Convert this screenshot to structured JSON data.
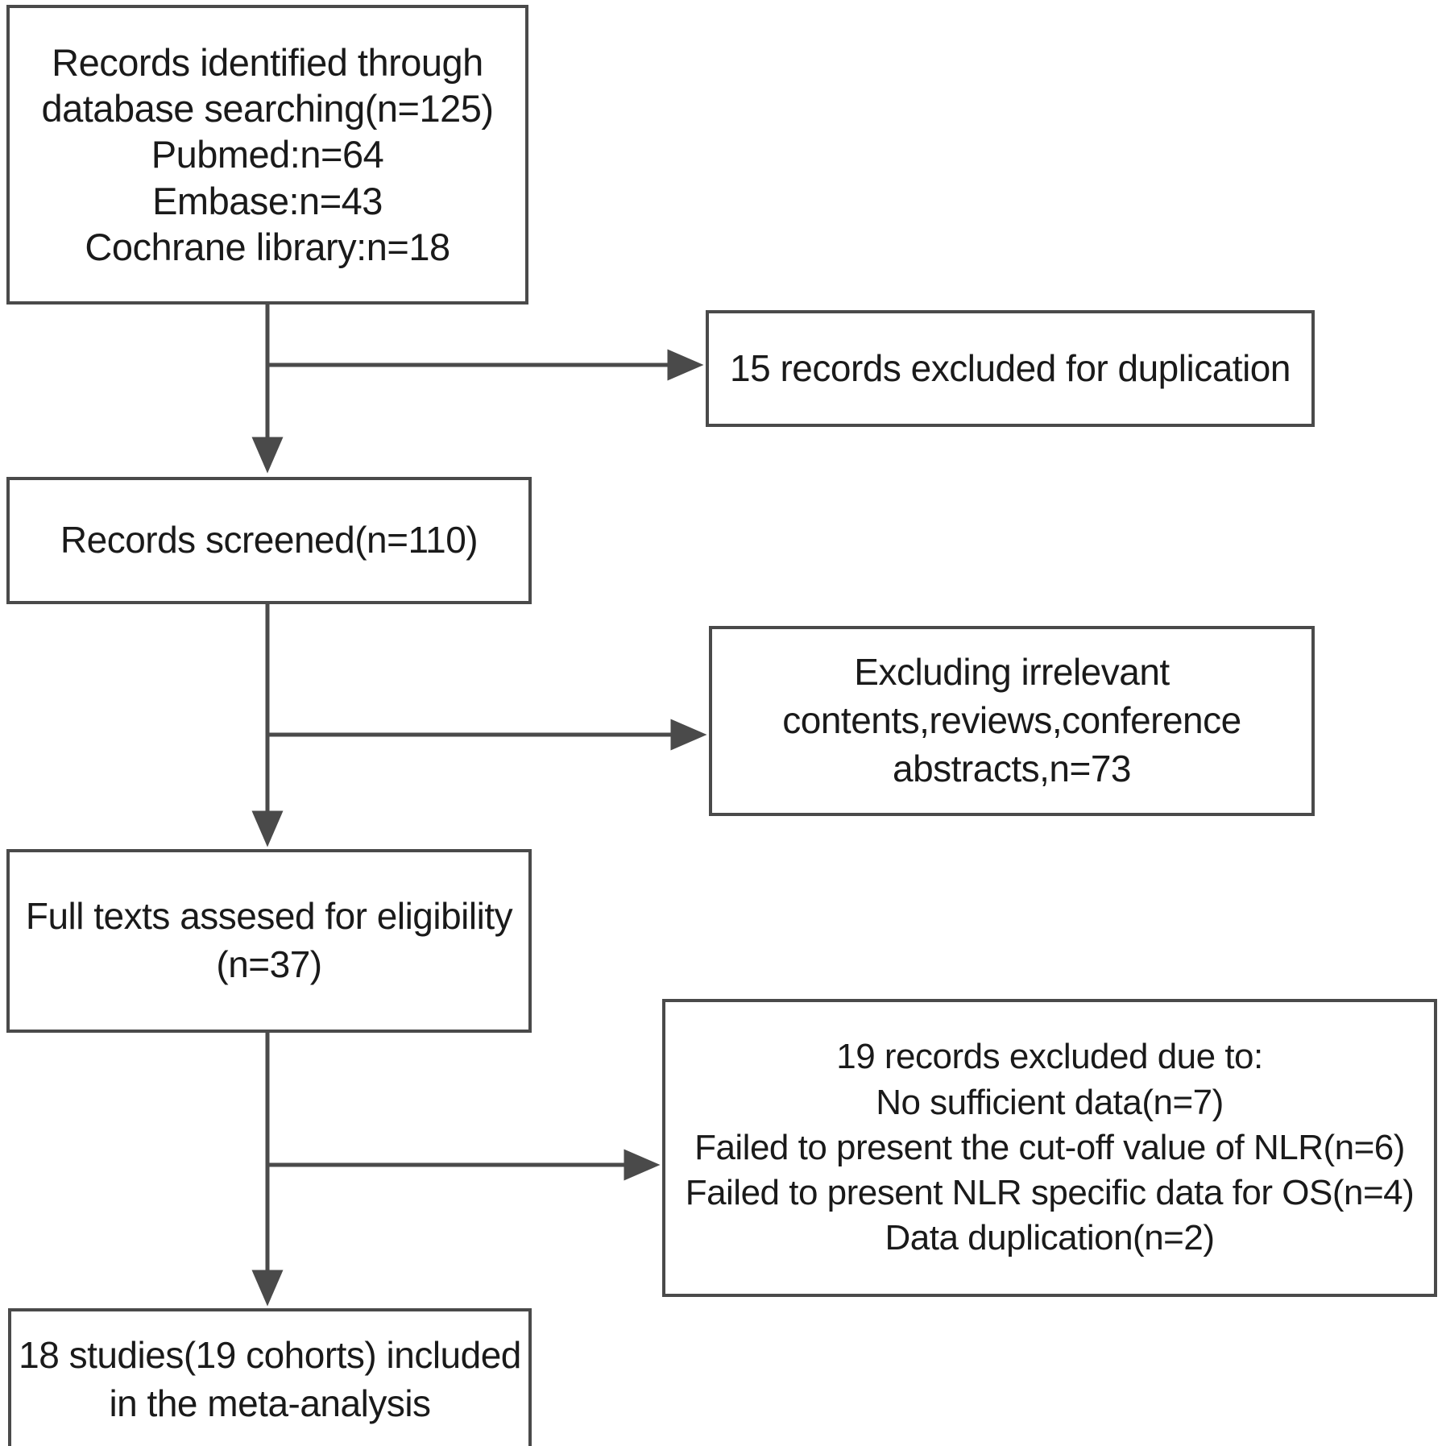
{
  "diagram": {
    "title": "PRISMA study selection flow diagram",
    "type": "flowchart",
    "stroke_color": "#4a4a4a",
    "text_color": "#1a1a1a",
    "background_color": "#ffffff"
  },
  "nodes": {
    "identified": {
      "line1": "Records identified through",
      "line2": "database searching(n=125)",
      "line3": "Pubmed:n=64",
      "line4": "Embase:n=43",
      "line5": "Cochrane library:n=18"
    },
    "duplicates_excluded": {
      "line1": "15 records excluded for duplication"
    },
    "screened": {
      "line1": "Records screened(n=110)"
    },
    "irrelevant_excluded": {
      "line1": "Excluding irrelevant",
      "line2": "contents,reviews,conference",
      "line3": "abstracts,n=73"
    },
    "full_texts": {
      "line1": "Full texts assesed for eligibility",
      "line2": "(n=37)"
    },
    "records_excluded": {
      "line1": "19 records excluded due to:",
      "line2": "No sufficient data(n=7)",
      "line3": "Failed to present the cut-off value of NLR(n=6)",
      "line4": "Failed to present NLR specific data for OS(n=4)",
      "line5": "Data duplication(n=2)"
    },
    "included": {
      "line1": "18 studies(19 cohorts)  included",
      "line2": "in the meta-analysis"
    }
  },
  "chart_data": {
    "type": "table",
    "title": "PRISMA study selection flow",
    "stages": [
      {
        "stage": "Records identified through database searching",
        "n": 125
      },
      {
        "stage": "Pubmed",
        "n": 64
      },
      {
        "stage": "Embase",
        "n": 43
      },
      {
        "stage": "Cochrane library",
        "n": 18
      },
      {
        "stage": "Records excluded for duplication",
        "n": 15
      },
      {
        "stage": "Records screened",
        "n": 110
      },
      {
        "stage": "Excluding irrelevant contents,reviews,conference abstracts",
        "n": 73
      },
      {
        "stage": "Full texts assesed for eligibility",
        "n": 37
      },
      {
        "stage": "Records excluded due to",
        "n": 19
      },
      {
        "stage": "No sufficient data",
        "n": 7
      },
      {
        "stage": "Failed to present the cut-off value of NLR",
        "n": 6
      },
      {
        "stage": "Failed to present NLR specific data for OS",
        "n": 4
      },
      {
        "stage": "Data duplication",
        "n": 2
      },
      {
        "stage": "Studies included in the meta-analysis",
        "n": 18
      },
      {
        "stage": "Cohorts included in the meta-analysis",
        "n": 19
      }
    ]
  }
}
